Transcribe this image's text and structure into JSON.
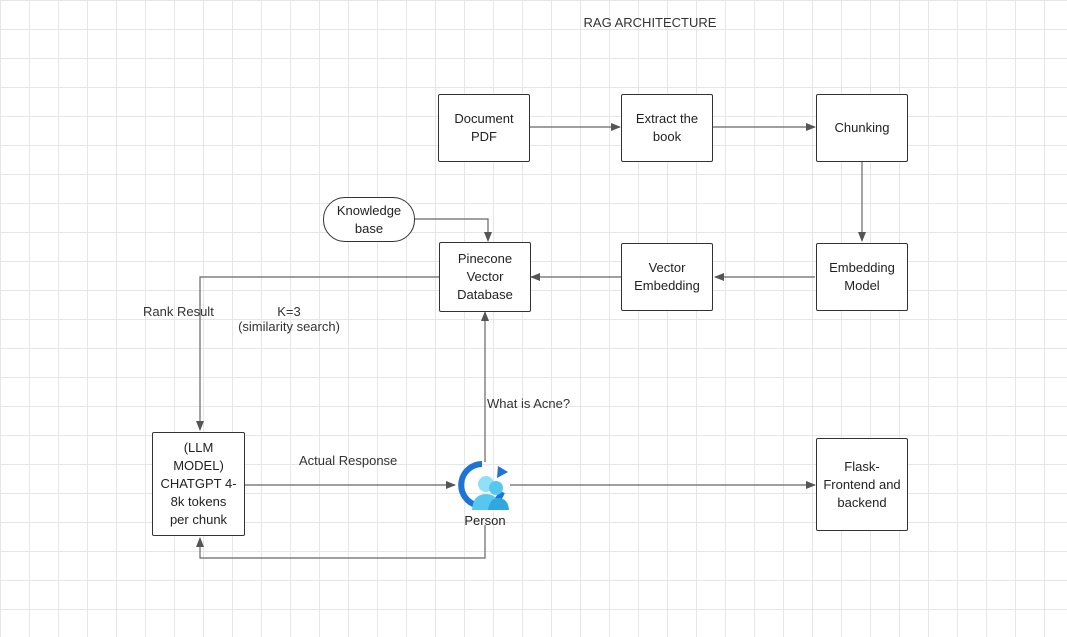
{
  "diagram": {
    "title": "RAG ARCHITECTURE",
    "nodes": {
      "document_pdf": "Document\nPDF",
      "extract_book": "Extract the\nbook",
      "chunking": "Chunking",
      "knowledge_base": "Knowledge\nbase",
      "pinecone": "Pinecone\nVector\nDatabase",
      "vector_embedding": "Vector\nEmbedding",
      "embedding_model": "Embedding\nModel",
      "llm_model": "(LLM\nMODEL)\nCHATGPT 4-\n8k tokens\nper chunk",
      "flask": "Flask-\nFrontend and\nbackend",
      "person": "Person"
    },
    "edge_labels": {
      "rank_result": "Rank Result",
      "k3": "K=3\n(similarity search)",
      "what_is_acne": "What is Acne?",
      "actual_response": "Actual Response"
    },
    "colors": {
      "line": "#555555",
      "border": "#333333",
      "grid": "#e6e6e6",
      "person_blue": "#1e73d6",
      "person_light": "#56c8f0"
    },
    "icons": {
      "person": "person-sync-icon"
    }
  }
}
